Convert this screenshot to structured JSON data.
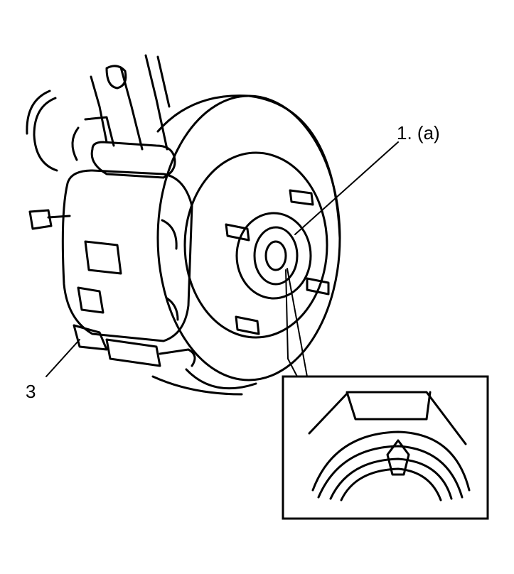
{
  "diagram": {
    "callouts": [
      {
        "id": "callout-1",
        "label": "1. (a)"
      },
      {
        "id": "callout-3",
        "label": "3"
      }
    ],
    "colors": {
      "ink": "#000000",
      "background": "#ffffff"
    }
  }
}
